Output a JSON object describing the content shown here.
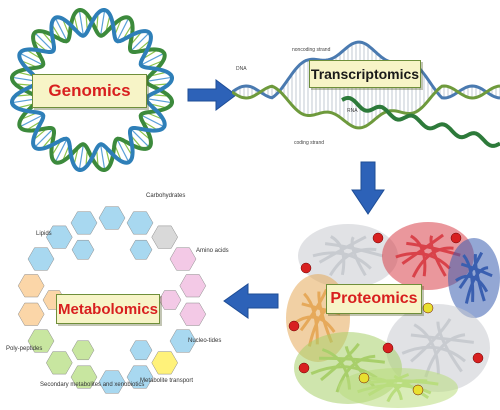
{
  "stages": {
    "genomics": {
      "label": "Genomics"
    },
    "transcriptomics": {
      "label": "Transcriptomics",
      "dna_label": "DNA",
      "rna_label": "RNA",
      "noncoding_label": "noncoding strand",
      "coding_label": "coding strand"
    },
    "proteomics": {
      "label": "Proteomics"
    },
    "metabolomics": {
      "label": "Metabolomics",
      "categories": {
        "lipids": "Lipids",
        "carbohydrates": "Carbohydrates",
        "amino_acids": "Amino acids",
        "nucleotides": "Nucleo-tides",
        "metabolite_transport": "Metabolite transport",
        "secondary": "Secondary metabolites and xenobiotics",
        "polypeptides": "Poly-peptides"
      }
    }
  },
  "colors": {
    "label_red": "#d81f1f",
    "label_dark": "#1a1a1a",
    "label_bg": "#f7f4c7",
    "arrow_blue": "#2d62b8",
    "dna_green": "#3c8a3c",
    "dna_blue": "#2e7fb8"
  }
}
